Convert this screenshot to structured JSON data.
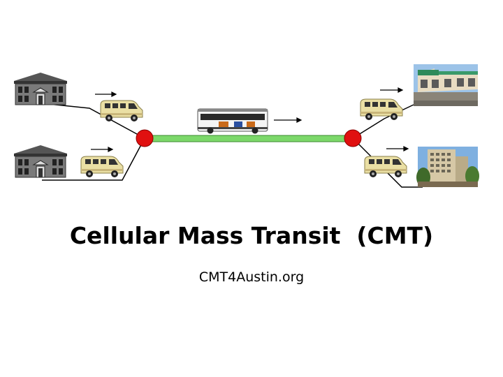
{
  "title": "Cellular Mass Transit  (CMT)",
  "subtitle": "CMT4Austin.org",
  "colors": {
    "route_line": "#7cd86a",
    "route_outline": "#3b8a30",
    "hub": "#e01010",
    "van_body": "#e9dca0",
    "building": "#6a6a6a",
    "arrow": "#000000"
  },
  "diagram": {
    "origins": [
      "house-icon",
      "house-icon"
    ],
    "feeders_left": [
      "van-icon",
      "van-icon"
    ],
    "trunk_vehicle": "bus-icon",
    "feeders_right": [
      "van-icon",
      "van-icon"
    ],
    "destinations": [
      "shopping-center-photo",
      "office-building-photo"
    ]
  }
}
